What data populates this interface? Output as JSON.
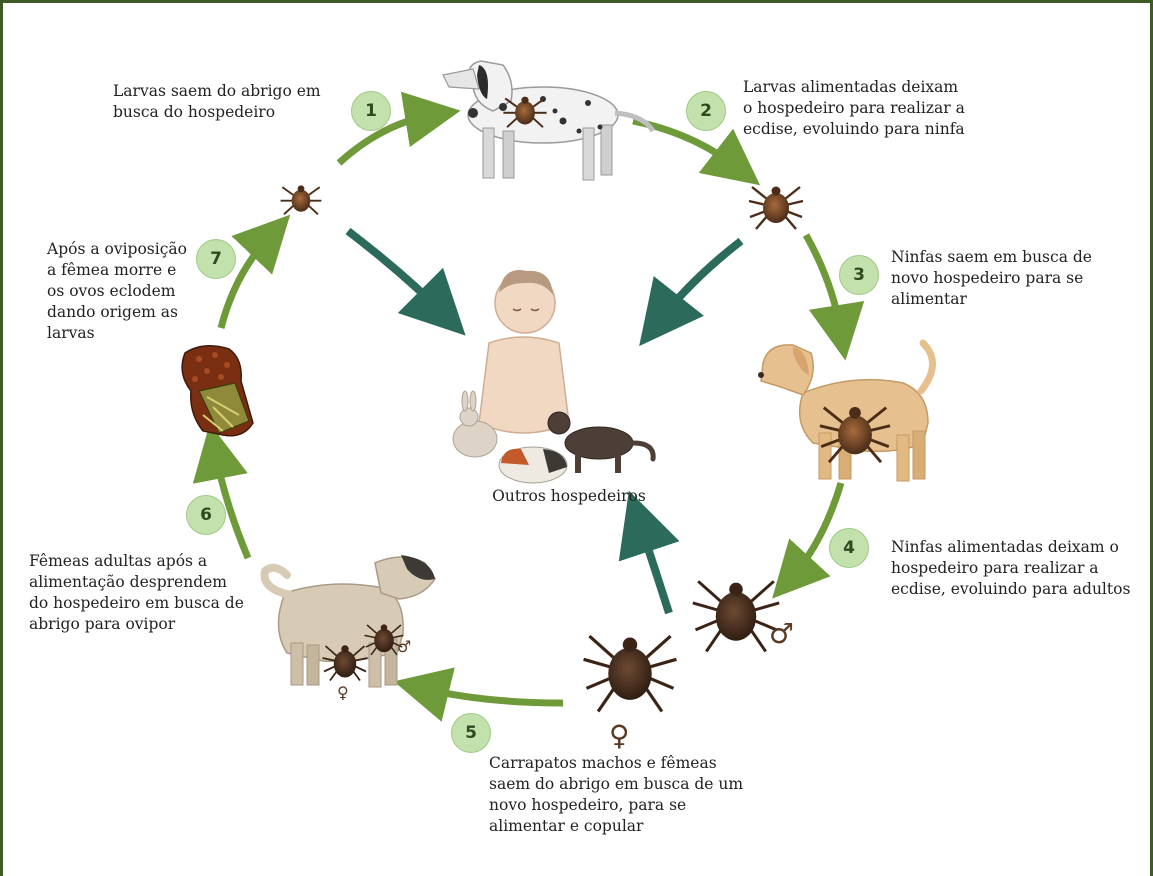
{
  "steps": [
    {
      "num": "1",
      "lines": [
        "Larvas saem do abrigo em",
        "busca do hospedeiro"
      ]
    },
    {
      "num": "2",
      "lines": [
        "Larvas alimentadas deixam",
        "o hospedeiro para realizar a",
        "ecdise, evoluindo para ninfa"
      ]
    },
    {
      "num": "3",
      "lines": [
        "Ninfas saem em busca de",
        "novo hospedeiro para se",
        "alimentar"
      ]
    },
    {
      "num": "4",
      "lines": [
        "Ninfas alimentadas deixam o",
        "hospedeiro para realizar a",
        "ecdise, evoluindo para adultos"
      ]
    },
    {
      "num": "5",
      "lines": [
        "Carrapatos machos e fêmeas",
        "saem do abrigo em busca de um",
        "novo hospedeiro, para se",
        "alimentar e copular"
      ]
    },
    {
      "num": "6",
      "lines": [
        "Fêmeas adultas após a",
        "alimentação desprendem",
        "do hospedeiro em busca de",
        "abrigo para ovipor"
      ]
    },
    {
      "num": "7",
      "lines": [
        "Após a oviposição",
        "a fêmea morre e",
        "os ovos eclodem",
        "dando origem as",
        "larvas"
      ]
    }
  ],
  "center": {
    "caption": "Outros hospedeiros"
  },
  "symbols": {
    "male": "♂",
    "female": "♀"
  },
  "colors": {
    "frame": "#3d5a26",
    "cycle_arrow": "#6f9a3a",
    "host_arrow": "#2c6b5c",
    "badge_fill": "#c3e1ac",
    "tick_brown": "#5b3a24"
  }
}
